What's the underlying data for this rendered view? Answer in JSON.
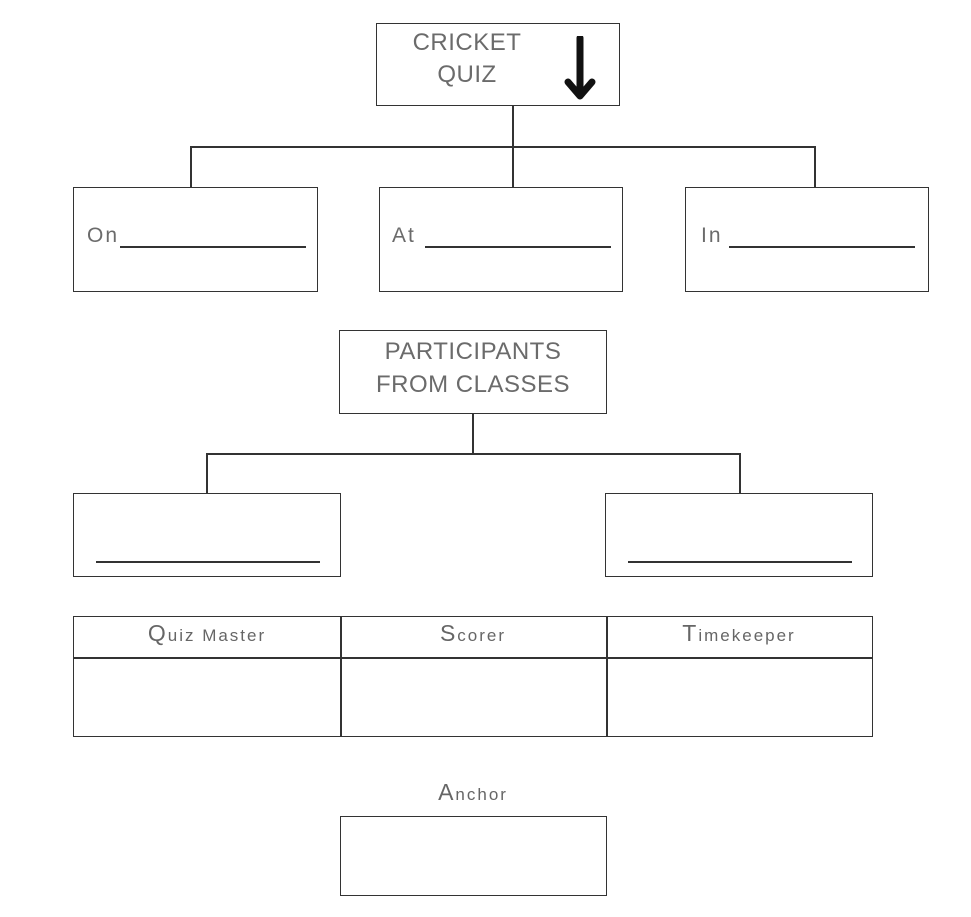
{
  "root": {
    "title_line1": "CRICKET",
    "title_line2": "QUIZ",
    "arrow_icon": "arrow-down-icon"
  },
  "details": {
    "on_label": "On",
    "at_label": "At",
    "in_label": "In"
  },
  "participants": {
    "title_line1": "PARTICIPANTS",
    "title_line2": "FROM CLASSES"
  },
  "roles_table": {
    "headers": [
      "Quiz Master",
      "Scorer",
      "Timekeeper"
    ]
  },
  "anchor": {
    "label": "Anchor"
  }
}
